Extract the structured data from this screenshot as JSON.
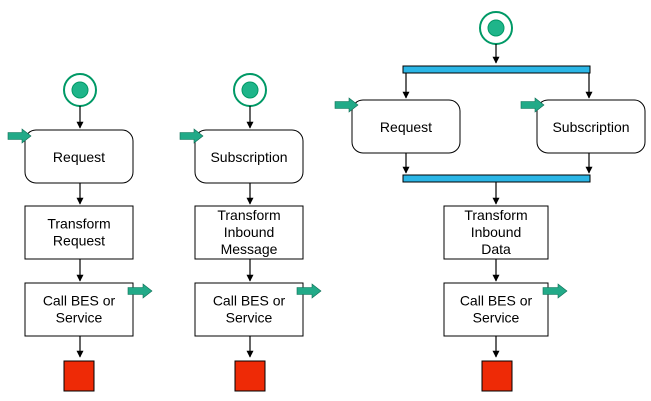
{
  "colors": {
    "start_ring": "#009966",
    "start_fill": "#1fb58a",
    "end_fill": "#ee2a06",
    "sync_bar": "#2bb6e6",
    "entry_arrow": "#22aa88",
    "stroke": "#000000",
    "box_fill": "#ffffff"
  },
  "flows": [
    {
      "trigger_lines": [
        "Request"
      ],
      "transform_lines": [
        "Transform",
        "Request"
      ],
      "call_lines": [
        "Call BES or",
        "Service"
      ]
    },
    {
      "trigger_lines": [
        "Subscription"
      ],
      "transform_lines": [
        "Transform",
        "Inbound",
        "Message"
      ],
      "call_lines": [
        "Call BES or",
        "Service"
      ]
    },
    {
      "trigger_left_lines": [
        "Request"
      ],
      "trigger_right_lines": [
        "Subscription"
      ],
      "transform_lines": [
        "Transform",
        "Inbound",
        "Data"
      ],
      "call_lines": [
        "Call BES or",
        "Service"
      ]
    }
  ]
}
